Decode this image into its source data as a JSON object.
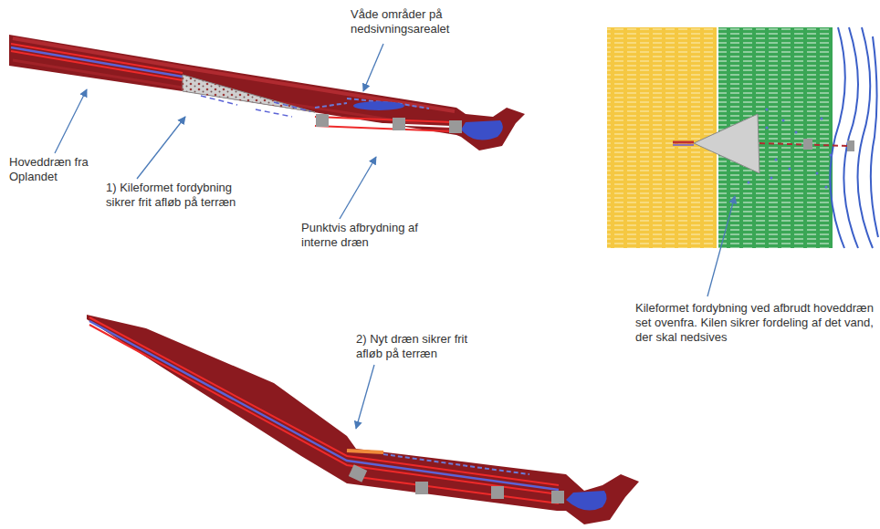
{
  "diagram": {
    "labels": [
      "Våde områder på nedsivningsarealet",
      "Hoveddræn fra Oplandet",
      "1) Kileformet fordybning sikrer frit afløb på terræn",
      "Punktvis afbrydning af interne dræn",
      "2) Nyt dræn sikrer frit afløb på terræn",
      "Kileformet fordybning ved afbrudt hoveddræn set ovenfra. Kilen sikrer fordeling af det vand, der skal nedsives"
    ]
  }
}
